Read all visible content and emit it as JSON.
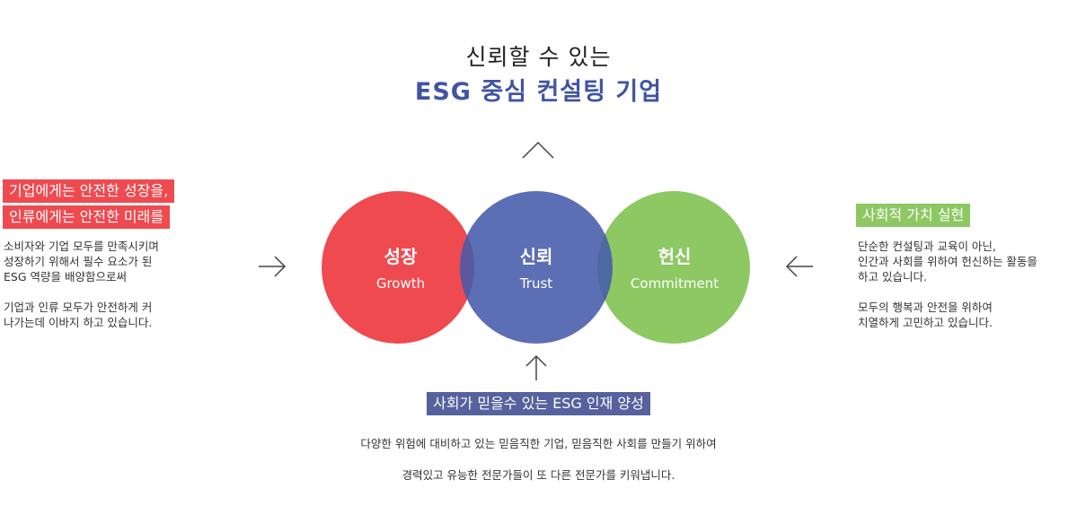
{
  "header": {
    "line1": "신뢰할 수 있는",
    "line2": "ESG 중심 컨설팅 기업"
  },
  "circles": [
    {
      "title": "성장",
      "subtitle": "Growth",
      "color": "#ef4a50"
    },
    {
      "title": "신뢰",
      "subtitle": "Trust",
      "color": "#4b5aa8"
    },
    {
      "title": "헌신",
      "subtitle": "Commitment",
      "color": "#8dc863"
    }
  ],
  "left": {
    "tag_line1": "기업에게는 안전한 성장을,",
    "tag_line2": "인류에게는 안전한 미래를",
    "para1": [
      "소비자와 기업 모두를 만족시키며",
      "성장하기 위해서 필수 요소가 된",
      "ESG 역량을 배양함으로써"
    ],
    "para2": [
      "기업과 인류 모두가 안전하게 커",
      "나가는데 이바지 하고 있습니다."
    ],
    "tag_color": "#ef4a50"
  },
  "right": {
    "tag": "사회적 가치 실현",
    "para1": [
      "단순한 컨설팅과 교육이 아닌,",
      "인간과 사회를 위하여 헌신하는 활동을",
      "하고 있습니다."
    ],
    "para2": [
      "모두의 행복과 안전을 위하여",
      "치열하게 고민하고 있습니다."
    ],
    "tag_color": "#8dc863"
  },
  "bottom": {
    "tag": "사회가 믿을수 있는 ESG 인재 양성",
    "line1": "다양한 위험에 대비하고 있는 믿음직한 기업, 믿음직한 사회를 만들기 위하여",
    "line2": "경력있고 유능한 전문가들이 또 다른 전문가를 키워냅니다.",
    "tag_color": "#56619e"
  },
  "icons": {
    "top": "chevron-up-icon",
    "left": "arrow-right-icon",
    "right": "arrow-left-icon",
    "bottom": "arrow-up-icon"
  }
}
